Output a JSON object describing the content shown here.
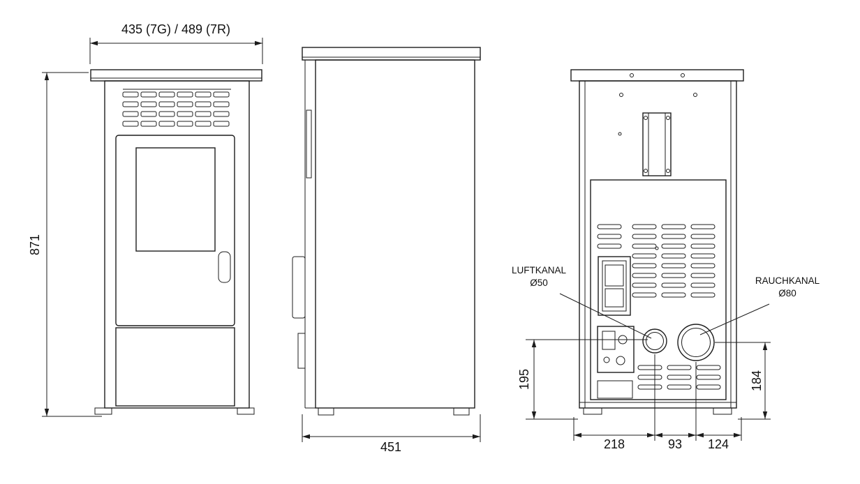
{
  "views": {
    "front": {
      "width_dim": "435 (7G) / 489 (7R)",
      "height_dim": "871"
    },
    "side": {
      "depth_dim": "451"
    },
    "rear": {
      "air_height_dim": "195",
      "smoke_height_dim": "184",
      "bottom_dim_left": "218",
      "bottom_dim_mid": "93",
      "bottom_dim_right": "124",
      "air_label_line1": "LUFTKANAL",
      "air_label_line2": "Ø50",
      "smoke_label_line1": "RAUCHKANAL",
      "smoke_label_line2": "Ø80"
    }
  },
  "colors": {
    "line": "#1c1c1c",
    "background": "#ffffff"
  }
}
